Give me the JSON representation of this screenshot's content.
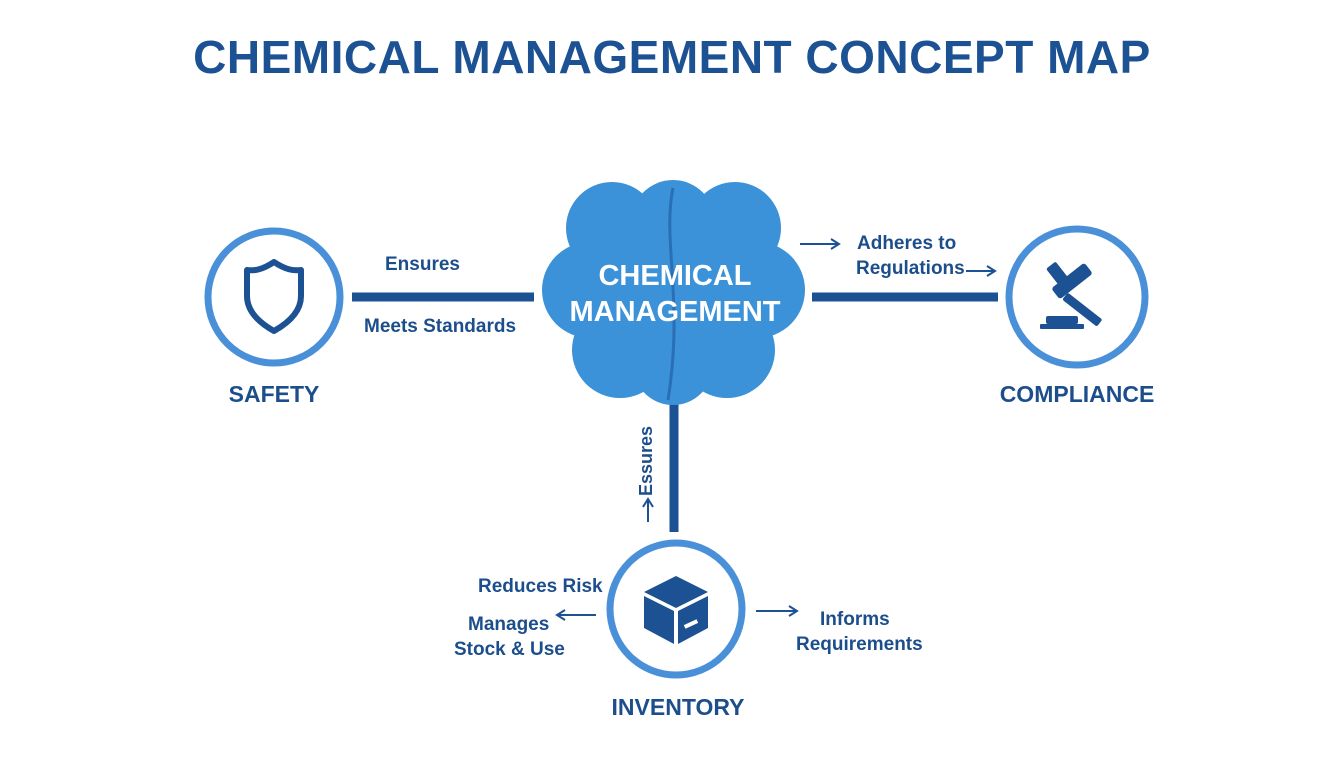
{
  "title": "CHEMICAL MANAGEMENT CONCEPT MAP",
  "colors": {
    "dark_blue": "#1c5293",
    "mid_blue": "#3d8fd6",
    "cloud_blue": "#3b92d8",
    "ring_blue": "#4a90d9"
  },
  "center": {
    "line1": "CHEMICAL",
    "line2": "MANAGEMENT",
    "icon": "brain-cloud-icon"
  },
  "nodes": {
    "safety": {
      "label": "SAFETY",
      "icon": "shield-icon"
    },
    "compliance": {
      "label": "COMPLIANCE",
      "icon": "gavel-icon"
    },
    "inventory": {
      "label": "INVENTORY",
      "icon": "box-icon"
    }
  },
  "links": {
    "ensures_top": "Ensures",
    "meets_standards": "Meets Standards",
    "adheres_to": "Adheres to",
    "regulations": "Regulations",
    "essures": "Essures",
    "reduces_risk": "Reduces Risk",
    "manages": "Manages",
    "stock_use": "Stock & Use",
    "informs": "Informs",
    "requirements": "Requirements"
  }
}
